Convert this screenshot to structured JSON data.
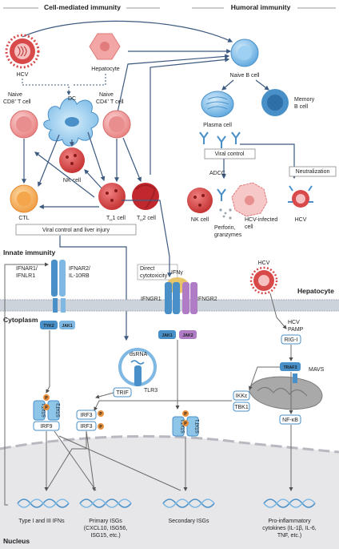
{
  "sections": {
    "cell_mediated": "Cell-mediated immunity",
    "humoral": "Humoral immunity",
    "innate": "Innate immunity",
    "hepatocyte": "Hepatocyte",
    "cytoplasm": "Cytoplasm",
    "nucleus": "Nucleus"
  },
  "cells": {
    "hcv_top": "HCV",
    "hepatocyte_top": "Hepatocyte",
    "dc": "DC",
    "naive_cd8_a": "Naive",
    "naive_cd8_b": "CD8",
    "naive_cd8_c": "T cell",
    "naive_cd4_a": "Naive",
    "naive_cd4_b": "CD4",
    "naive_cd4_c": "T cell",
    "nk_top": "NK cell",
    "ctl": "CTL",
    "th1": "T",
    "th1_sub": "H",
    "th1_num": "1 cell",
    "th2": "T",
    "th2_sub": "H",
    "th2_num": "2 cell",
    "naive_b": "Naive B cell",
    "plasma": "Plasma cell",
    "memory_a": "Memory",
    "memory_b": "B cell",
    "nk_bottom": "NK cell",
    "perforin_a": "Perforin,",
    "perforin_b": "granzymes",
    "infected_a": "HCV-infected",
    "infected_b": "cell",
    "hcv_right": "HCV",
    "hcv_mid": "HCV"
  },
  "labels": {
    "viral_control": "Viral control",
    "neutralization": "Neutralization",
    "adcc": "ADCC",
    "viral_liver": "Viral control and liver injury",
    "direct_a": "Direct",
    "direct_b": "cytotoxicity",
    "ifng": "IFNγ",
    "ifnar1_a": "IFNAR1/",
    "ifnar1_b": "IFNLR1",
    "ifnar2_a": "IFNAR2/",
    "ifnar2_b": "IL-10RB",
    "ifngr1": "IFNGR1",
    "ifngr2": "IFNGR2",
    "tyk2": "TYK2",
    "jak1_left": "JAK1",
    "jak1_mid": "JAK1",
    "jak2": "JAK2",
    "dsrna": "dsRNA",
    "trif": "TRIF",
    "tlr3": "TLR3",
    "hcv_pamp_a": "HCV",
    "hcv_pamp_b": "PAMP",
    "rigi": "RIG-I",
    "traf3": "TRAF3",
    "mavs": "MAVS",
    "ikke": "IKKε",
    "tbk1": "TBK1",
    "nfkb": "NF-κB",
    "stat1": "STAT1",
    "stat2": "STAT2",
    "irf9": "IRF9",
    "irf3": "IRF3",
    "p": "P"
  },
  "genes": {
    "type13": "Type I and III IFNs",
    "primary_a": "Primary ISGs",
    "primary_b": "(CXCL10, ISG56,",
    "primary_c": "ISG15, etc.)",
    "secondary": "Secondary ISGs",
    "proinf_a": "Pro-inflammatory",
    "proinf_b": "cytokines (IL-1β, IL-6,",
    "proinf_c": "TNF, etc.)"
  },
  "colors": {
    "arrow": "#3d5a80",
    "membrane": "#cdd3da",
    "nucleus_bg": "#e7e7ea",
    "jak_blue": "#4a90c8",
    "stat_blue": "#8ec6ea",
    "p_orange": "#e8903c",
    "red_cell": "#d84a4a",
    "pink_cell": "#f2a7a7",
    "orange_cell": "#f6b66a",
    "blue_cell": "#6fb3e6",
    "gold": "#e9c56a",
    "purple": "#b07cc6"
  }
}
